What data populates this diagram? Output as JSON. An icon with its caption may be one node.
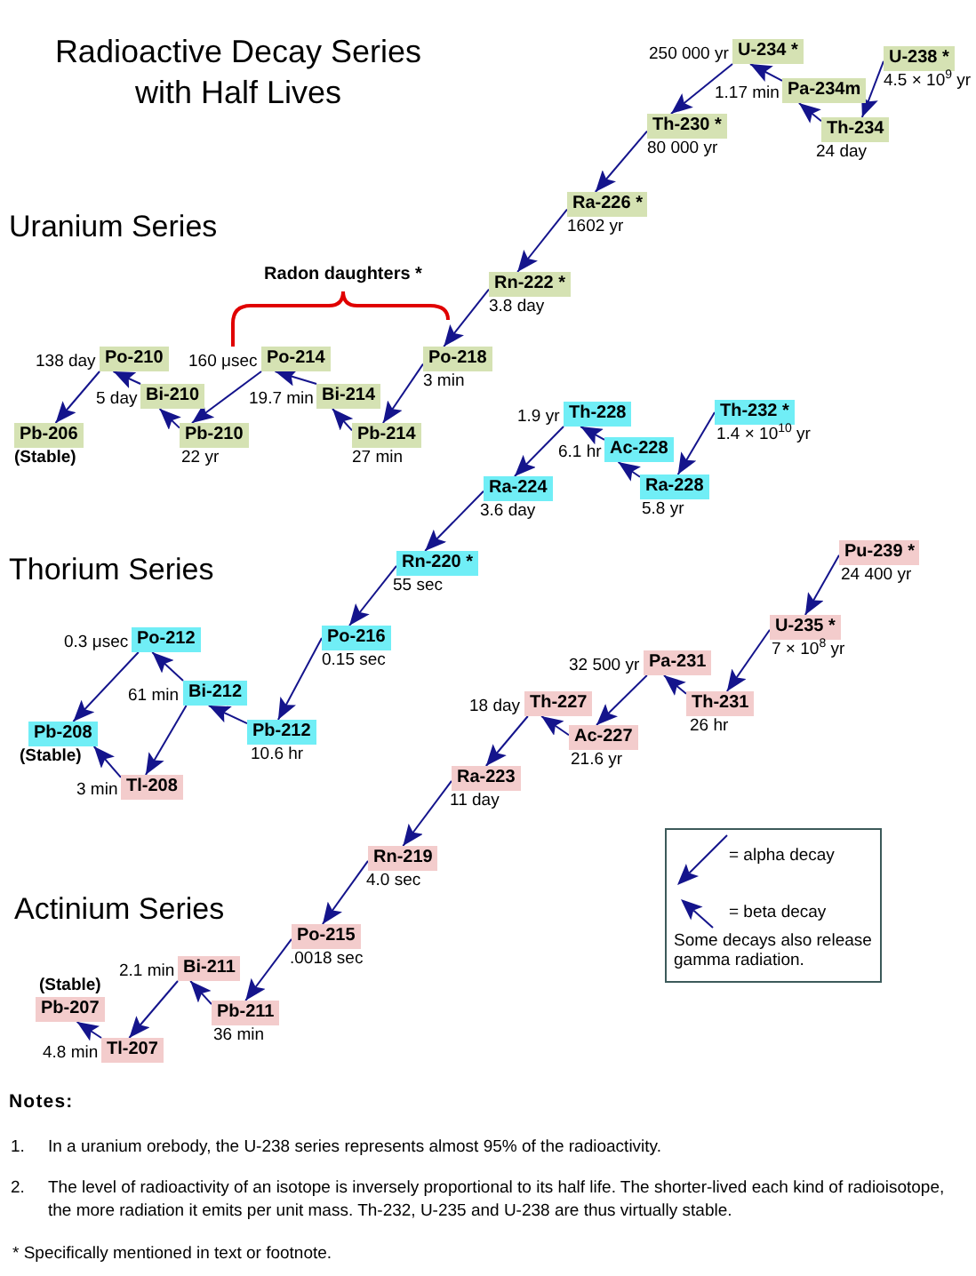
{
  "diagram": {
    "title": "Radioactive Decay Series with Half Lives",
    "nodes": [
      {
        "text": [
          "U-238 *"
        ],
        "beside": [
          "4.5 × 10$^{9}$ yr"
        ]
      },
      {
        "text": [
          "Th-234"
        ],
        "beside": [
          "24 day"
        ]
      },
      {
        "text": [
          "Pa-234m"
        ],
        "beside": [
          "1.17 min"
        ]
      },
      {
        "text": [
          "U-234 *"
        ],
        "beside": [
          "250 000 yr"
        ]
      },
      {
        "text": [
          "Th-230 *"
        ],
        "beside": [
          "80 000 yr"
        ]
      },
      {
        "text": [
          "Ra-226 *"
        ],
        "beside": [
          "1602 yr"
        ]
      },
      {
        "text": [
          "Rn-222 *"
        ],
        "beside": [
          "3.8 day"
        ]
      },
      {
        "text": [
          "Po-218"
        ],
        "beside": [
          "3 min"
        ]
      },
      {
        "text": [
          "Pb-214"
        ],
        "beside": [
          "27 min"
        ]
      },
      {
        "text": [
          "Bi-214"
        ],
        "beside": [
          "19.7 min"
        ]
      },
      {
        "text": [
          "Po-214"
        ],
        "beside": [
          "160 μsec"
        ]
      },
      {
        "text": [
          "Pb-210"
        ],
        "beside": [
          "22 yr"
        ]
      },
      {
        "text": [
          "Bi-210"
        ],
        "beside": [
          "5 day"
        ]
      },
      {
        "text": [
          "Po-210"
        ],
        "beside": [
          "138 day"
        ]
      },
      {
        "text": [
          "Pb-206"
        ],
        "beside": [
          "(Stable)"
        ]
      },
      {
        "text": [
          "Th-232 *"
        ],
        "beside": [
          "1.4 × 10$^{10}$ yr"
        ]
      },
      {
        "text": [
          "Ra-228"
        ],
        "beside": [
          "5.8 yr"
        ]
      },
      {
        "text": [
          "Ac-228"
        ],
        "beside": [
          "6.1 hr"
        ]
      },
      {
        "text": [
          "Th-228"
        ],
        "beside": [
          "1.9 yr"
        ]
      },
      {
        "text": [
          "Ra-224"
        ],
        "beside": [
          "3.6 day"
        ]
      },
      {
        "text": [
          "Rn-220 *"
        ],
        "beside": [
          "55 sec"
        ]
      },
      {
        "text": [
          "Po-216"
        ],
        "beside": [
          "0.15 sec"
        ]
      },
      {
        "text": [
          "Pb-212"
        ],
        "beside": [
          "10.6 hr"
        ]
      },
      {
        "text": [
          "Bi-212"
        ],
        "beside": [
          "61 min"
        ]
      },
      {
        "text": [
          "Po-212"
        ],
        "beside": [
          "0.3 μsec"
        ]
      },
      {
        "text": [
          "Pb-208"
        ],
        "beside": [
          "(Stable)"
        ]
      },
      {
        "text": [
          "Tl-208"
        ],
        "beside": [
          "3 min"
        ]
      },
      {
        "text": [
          "Pu-239 *"
        ],
        "beside": [
          "24 400 yr"
        ]
      },
      {
        "text": [
          "U-235 *"
        ],
        "beside": [
          "7 × 10$^{8}$ yr"
        ]
      },
      {
        "text": [
          "Th-231"
        ],
        "beside": [
          "26 hr"
        ]
      },
      {
        "text": [
          "Pa-231"
        ],
        "beside": [
          "32 500 yr"
        ]
      },
      {
        "text": [
          "Ac-227"
        ],
        "beside": [
          "21.6 yr"
        ]
      },
      {
        "text": [
          "Th-227"
        ],
        "beside": [
          "18 day"
        ]
      },
      {
        "text": [
          "Ra-223"
        ],
        "beside": [
          "11 day"
        ]
      },
      {
        "text": [
          "Rn-219"
        ],
        "beside": [
          "4.0 sec"
        ]
      },
      {
        "text": [
          "Po-215"
        ],
        "beside": [
          ".0018 sec"
        ]
      },
      {
        "text": [
          "Pb-211"
        ],
        "beside": [
          "36 min"
        ]
      },
      {
        "text": [
          "Bi-211"
        ],
        "beside": [
          "2.1 min"
        ]
      },
      {
        "text": [
          "Tl-207"
        ],
        "beside": [
          "4.8 min"
        ]
      },
      {
        "text": [
          "Pb-207"
        ],
        "beside": [
          "(Stable)"
        ]
      }
    ],
    "edges": [
      {
        "from": 0,
        "to": 1,
        "arrow": "to"
      },
      {
        "from": 1,
        "to": 2,
        "arrow": "to"
      },
      {
        "from": 2,
        "to": 3,
        "arrow": "to"
      },
      {
        "from": 3,
        "to": 4,
        "arrow": "to"
      },
      {
        "from": 4,
        "to": 5,
        "arrow": "to"
      },
      {
        "from": 5,
        "to": 6,
        "arrow": "to"
      },
      {
        "from": 6,
        "to": 7,
        "arrow": "to"
      },
      {
        "from": 7,
        "to": 8,
        "arrow": "to"
      },
      {
        "from": 8,
        "to": 9,
        "arrow": "to"
      },
      {
        "from": 9,
        "to": 10,
        "arrow": "to"
      },
      {
        "from": 10,
        "to": 11,
        "arrow": "to"
      },
      {
        "from": 11,
        "to": 12,
        "arrow": "to"
      },
      {
        "from": 12,
        "to": 13,
        "arrow": "to"
      },
      {
        "from": 13,
        "to": 14,
        "arrow": "to"
      },
      {
        "from": 15,
        "to": 16,
        "arrow": "to"
      },
      {
        "from": 16,
        "to": 17,
        "arrow": "to"
      },
      {
        "from": 17,
        "to": 18,
        "arrow": "to"
      },
      {
        "from": 18,
        "to": 19,
        "arrow": "to"
      },
      {
        "from": 19,
        "to": 20,
        "arrow": "to"
      },
      {
        "from": 20,
        "to": 21,
        "arrow": "to"
      },
      {
        "from": 21,
        "to": 22,
        "arrow": "to"
      },
      {
        "from": 22,
        "to": 23,
        "arrow": "to"
      },
      {
        "from": 23,
        "to": 24,
        "arrow": "to"
      },
      {
        "from": 23,
        "to": 26,
        "arrow": "to"
      },
      {
        "from": 24,
        "to": 25,
        "arrow": "to"
      },
      {
        "from": 26,
        "to": 25,
        "arrow": "to"
      },
      {
        "from": 27,
        "to": 28,
        "arrow": "to"
      },
      {
        "from": 28,
        "to": 29,
        "arrow": "to"
      },
      {
        "from": 29,
        "to": 30,
        "arrow": "to"
      },
      {
        "from": 30,
        "to": 31,
        "arrow": "to"
      },
      {
        "from": 31,
        "to": 32,
        "arrow": "to"
      },
      {
        "from": 32,
        "to": 33,
        "arrow": "to"
      },
      {
        "from": 33,
        "to": 34,
        "arrow": "to"
      },
      {
        "from": 34,
        "to": 35,
        "arrow": "to"
      },
      {
        "from": 35,
        "to": 36,
        "arrow": "to"
      },
      {
        "from": 36,
        "to": 37,
        "arrow": "to"
      },
      {
        "from": 37,
        "to": 38,
        "arrow": "to"
      },
      {
        "from": 38,
        "to": 39,
        "arrow": "to"
      }
    ],
    "labels": [
      "Uranium Series",
      "Radon daughters *",
      "Thorium Series",
      "Actinium Series",
      "Some decays also release gamma radiation.",
      "Notes:",
      "1.",
      "In a uranium orebody, the U-238 series represents almost 95% of the radioactivity.",
      "2.",
      "The level of radioactivity of an isotope is inversely proportional to its half life. The shorter-lived each kind of radioisotope, the more radiation it emits per unit mass. Th-232, U-235 and U-238 are thus virtually stable.",
      "* Specifically mentioned in text or footnote."
    ],
    "legend": [
      {
        "text": "= alpha decay"
      },
      {
        "text": "= beta decay"
      }
    ]
  }
}
